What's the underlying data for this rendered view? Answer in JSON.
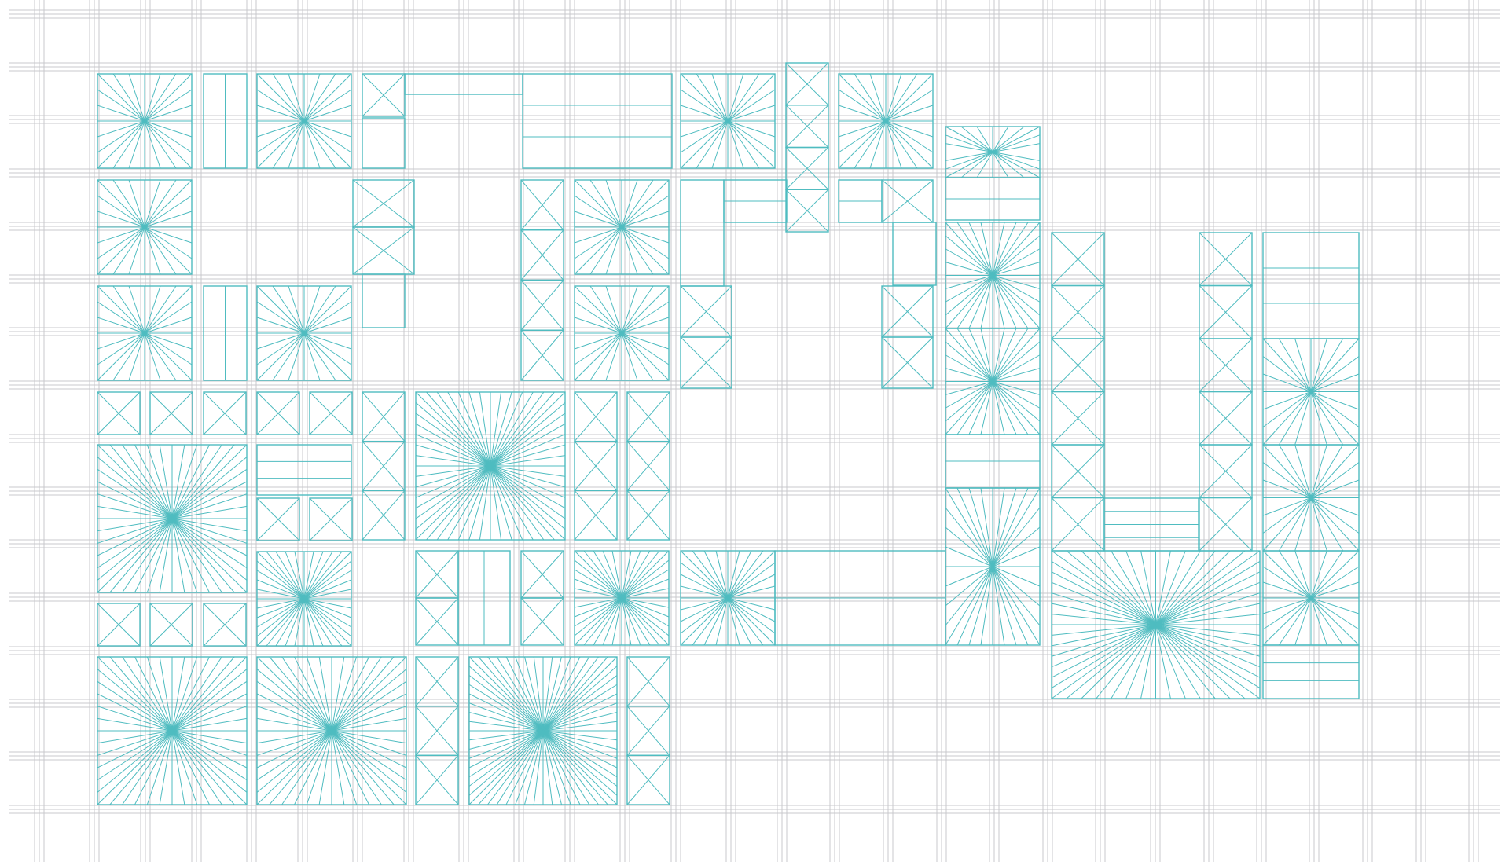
{
  "colors": {
    "background": "#ffffff",
    "grid": "#c9c9cc",
    "mesh": "#4fbcc0"
  },
  "diagram": {
    "type": "building-mesh-on-grid",
    "grid": "on",
    "cell_types": [
      "radial-fan",
      "x-brace",
      "rect-panel",
      "horizontal-strip"
    ]
  }
}
